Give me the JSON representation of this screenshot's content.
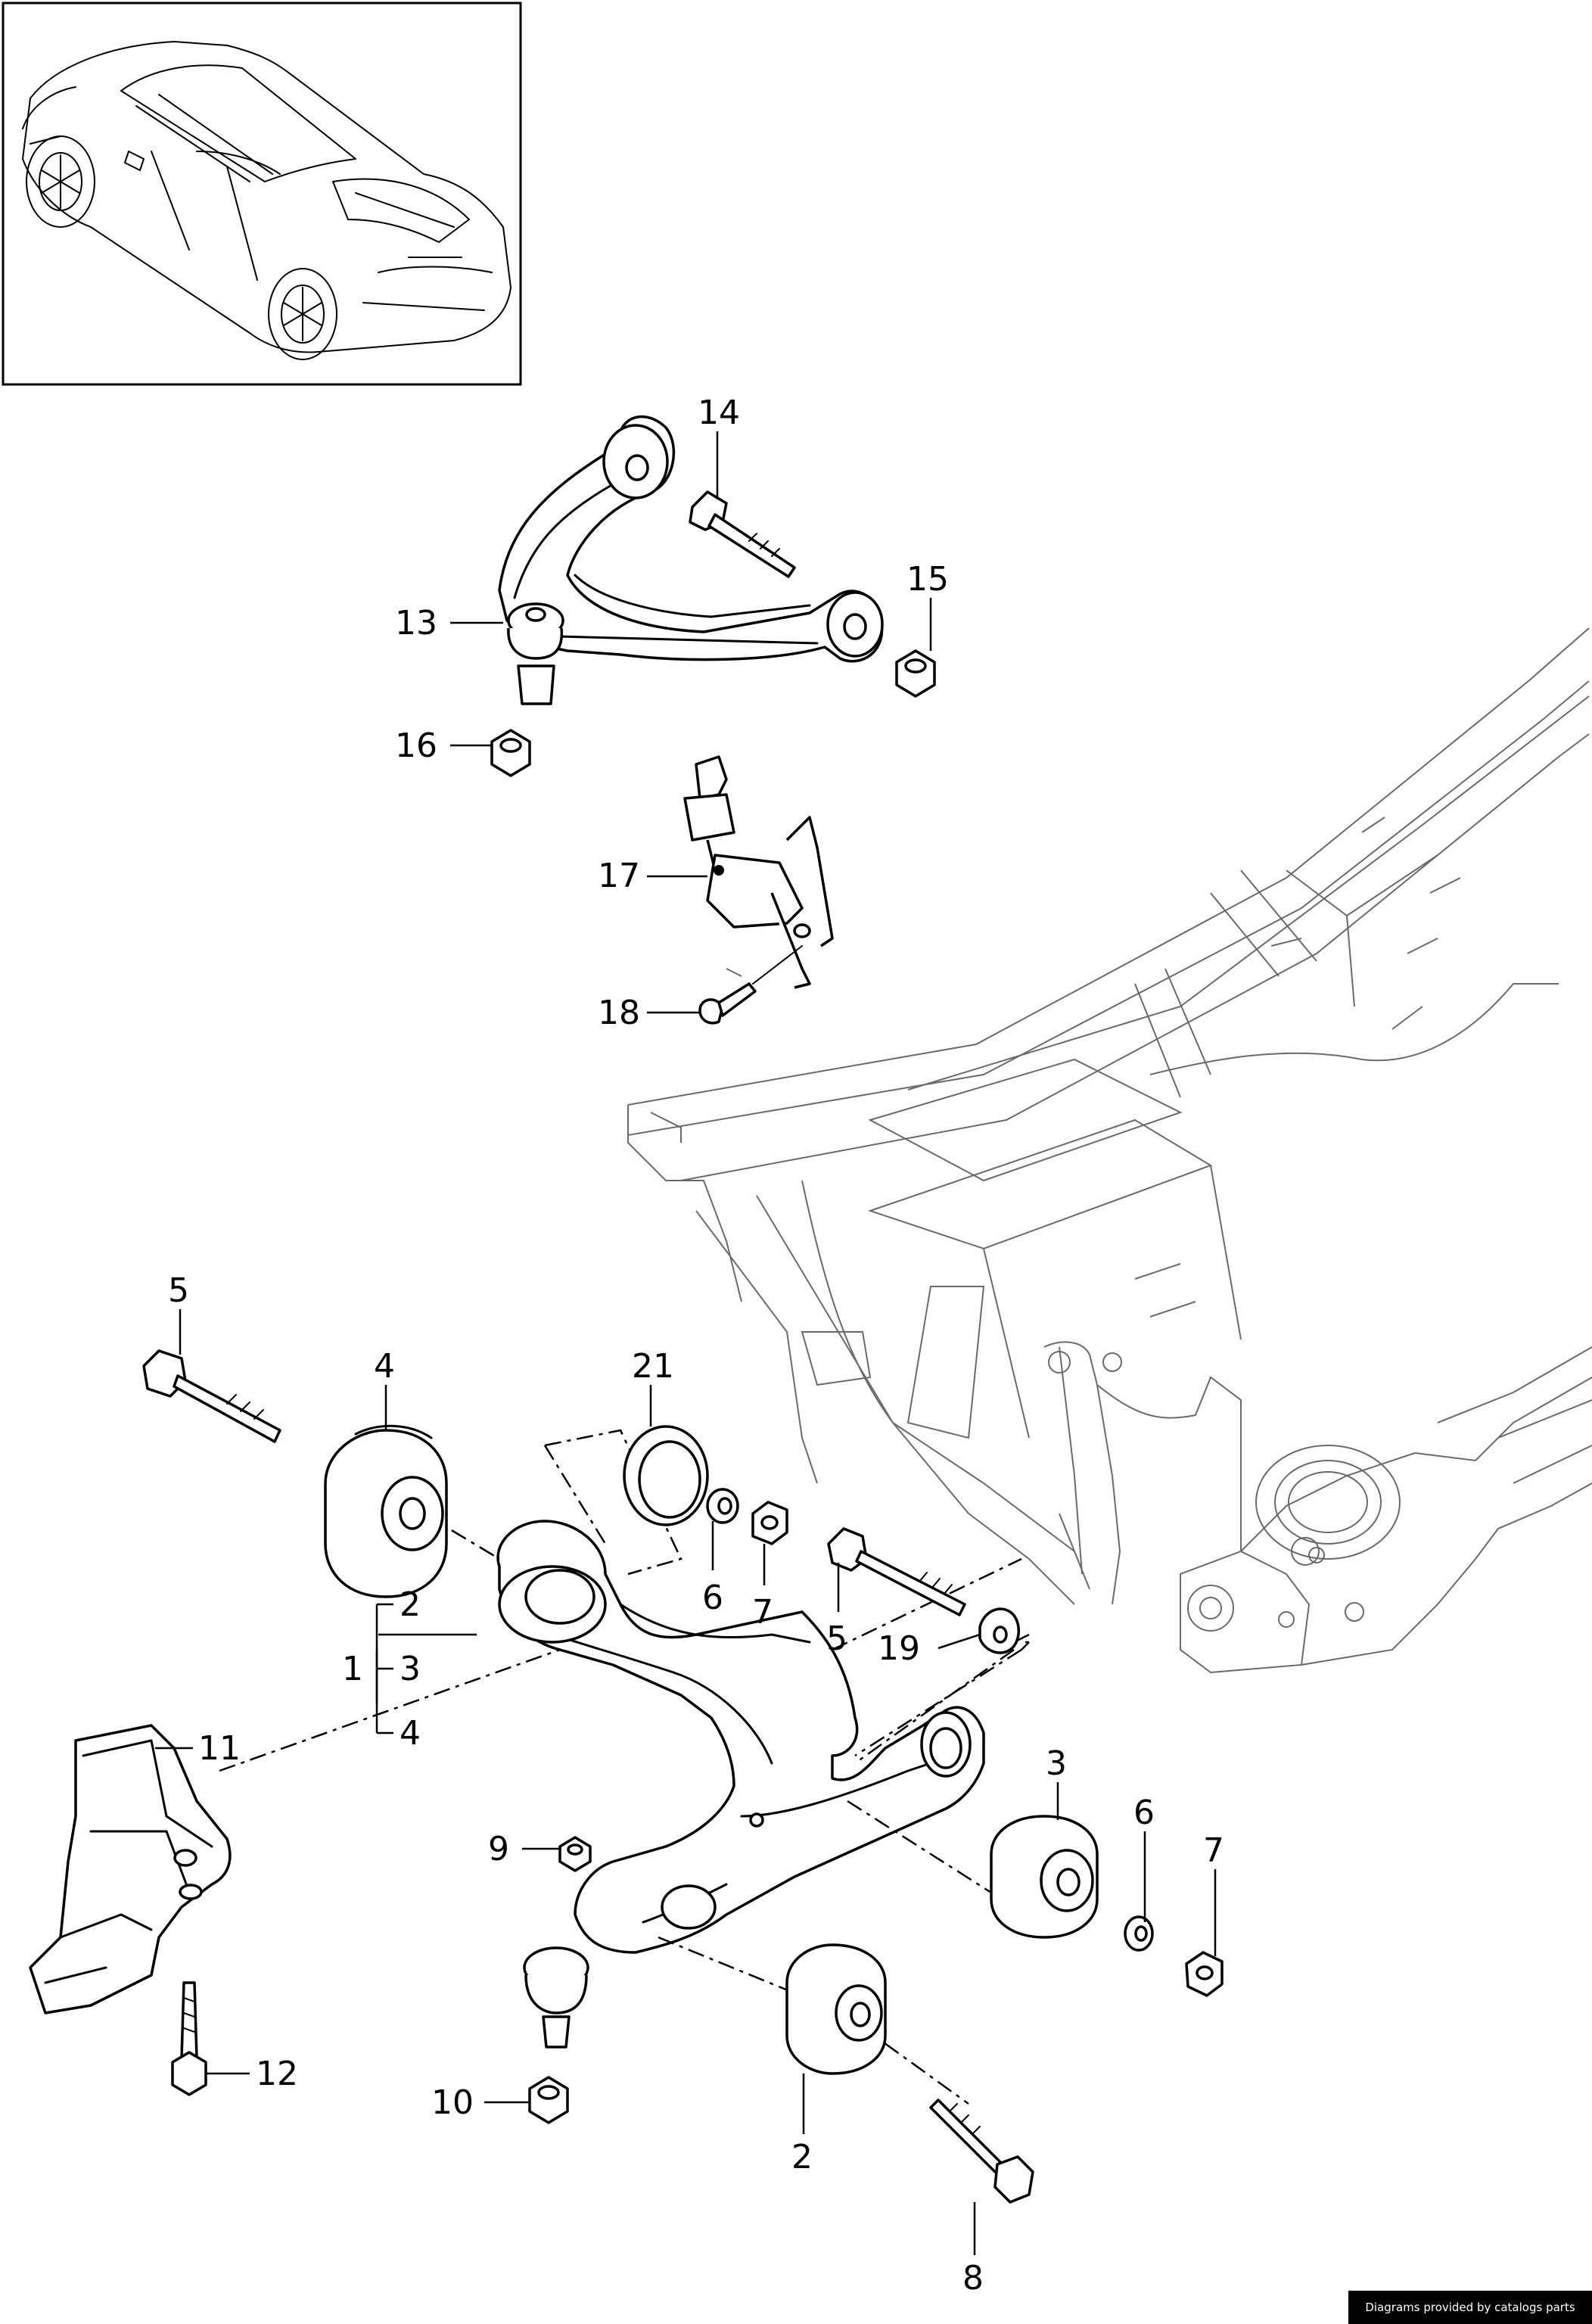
{
  "diagram": {
    "callouts": {
      "c1": "1",
      "c2_bracket": "2",
      "c3_bracket": "3",
      "c4_bracket": "4",
      "c2": "2",
      "c3": "3",
      "c4": "4",
      "c5a": "5",
      "c5b": "5",
      "c6a": "6",
      "c6b": "6",
      "c7a": "7",
      "c7b": "7",
      "c8": "8",
      "c9": "9",
      "c10": "10",
      "c11": "11",
      "c12": "12",
      "c13": "13",
      "c14": "14",
      "c15": "15",
      "c16": "16",
      "c17": "17",
      "c18": "18",
      "c19": "19",
      "c21": "21"
    },
    "credit": "Diagrams provided by catalogs parts"
  }
}
